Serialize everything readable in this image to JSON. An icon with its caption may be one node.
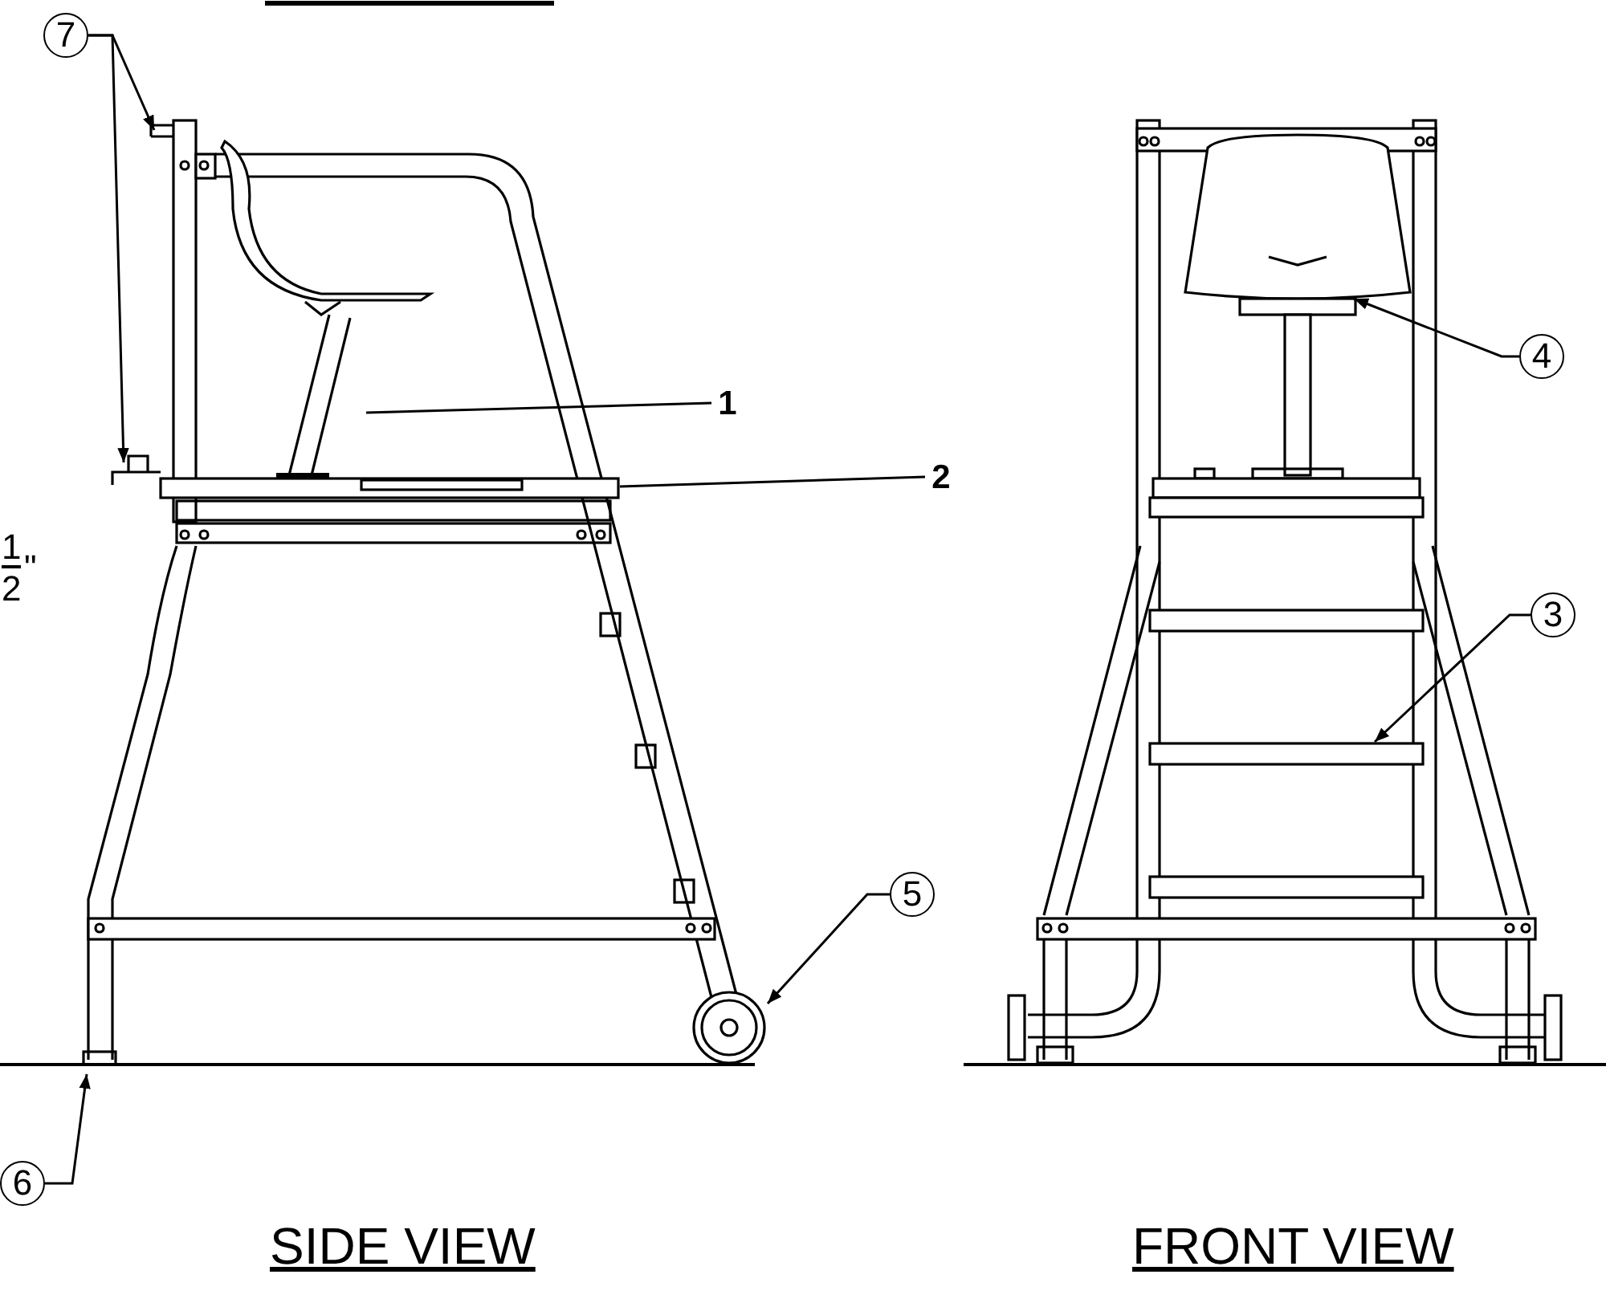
{
  "diagram": {
    "nodes": [
      {
        "text": [
          "7"
        ]
      },
      {
        "text": [
          "4"
        ]
      },
      {
        "text": [
          "1"
        ]
      },
      {
        "text": [
          "2"
        ]
      },
      {
        "text": [
          "3"
        ]
      },
      {
        "text": [
          "5"
        ]
      },
      {
        "text": [
          "6"
        ]
      }
    ],
    "edges": [
      {
        "from": 0,
        "to": null,
        "arrow": "to"
      },
      {
        "from": 0,
        "to": null,
        "arrow": "to"
      },
      {
        "from": 1,
        "to": null,
        "arrow": "to"
      },
      {
        "from": 2,
        "to": null,
        "arrow": "none"
      },
      {
        "from": 3,
        "to": null,
        "arrow": "none"
      },
      {
        "from": 4,
        "to": null,
        "arrow": "to"
      },
      {
        "from": 5,
        "to": null,
        "arrow": "to"
      },
      {
        "from": 6,
        "to": null,
        "arrow": "to"
      }
    ],
    "labels": [
      "1",
      "\"",
      "2",
      "SIDE VIEW",
      "FRONT VIEW"
    ]
  }
}
